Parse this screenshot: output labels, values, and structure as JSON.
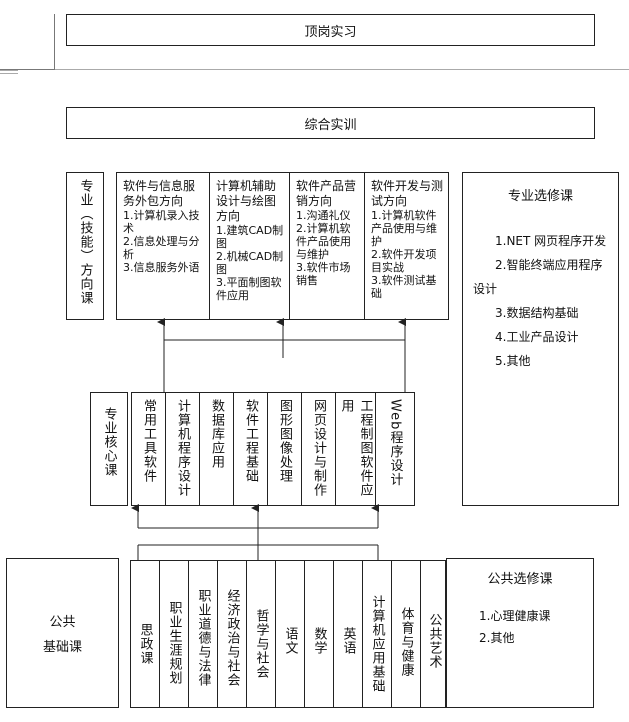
{
  "top": {
    "internship": "顶岗实习",
    "comprehensive": "综合实训"
  },
  "direction": {
    "label": "专业（技能）方向课",
    "columns": [
      {
        "title": "软件与信息服务外包方向",
        "items": [
          "1.计算机录入技术",
          "2.信息处理与分析",
          "3.信息服务外语"
        ]
      },
      {
        "title": "计算机辅助设计与绘图方向",
        "items": [
          "1.建筑CAD制图",
          "2.机械CAD制图",
          "3.平面制图软件应用"
        ]
      },
      {
        "title": "软件产品营销方向",
        "items": [
          "1.沟通礼仪",
          "2.计算机软件产品使用与维护",
          "3.软件市场销售"
        ]
      },
      {
        "title": "软件开发与测试方向",
        "items": [
          "1.计算机软件产品使用与维护",
          "2.软件开发项目实战",
          "3.软件测试基础"
        ]
      }
    ]
  },
  "professional_elective": {
    "title": "专业选修课",
    "items": [
      "1.NET 网页程序开发",
      "2.智能终端应用程序设计",
      "3.数据结构基础",
      "4.工业产品设计",
      "5.其他"
    ]
  },
  "core": {
    "label": "专业核心课",
    "courses": [
      "常用工具软件",
      "计算机程序设计",
      "数据库应用",
      "软件工程基础",
      "图形图像处理",
      "网页设计与制作",
      "工程制图软件应用",
      "Web程序设计"
    ]
  },
  "public_basic": {
    "label_line1": "公共",
    "label_line2": "基础课",
    "courses": [
      "思政课",
      "职业生涯规划",
      "职业道德与法律",
      "经济政治与社会",
      "哲学与社会",
      "语文",
      "数学",
      "英语",
      "计算机应用基础",
      "体育与健康",
      "公共艺术"
    ]
  },
  "public_elective": {
    "title": "公共选修课",
    "items": [
      "1.心理健康课",
      "2.其他"
    ]
  }
}
